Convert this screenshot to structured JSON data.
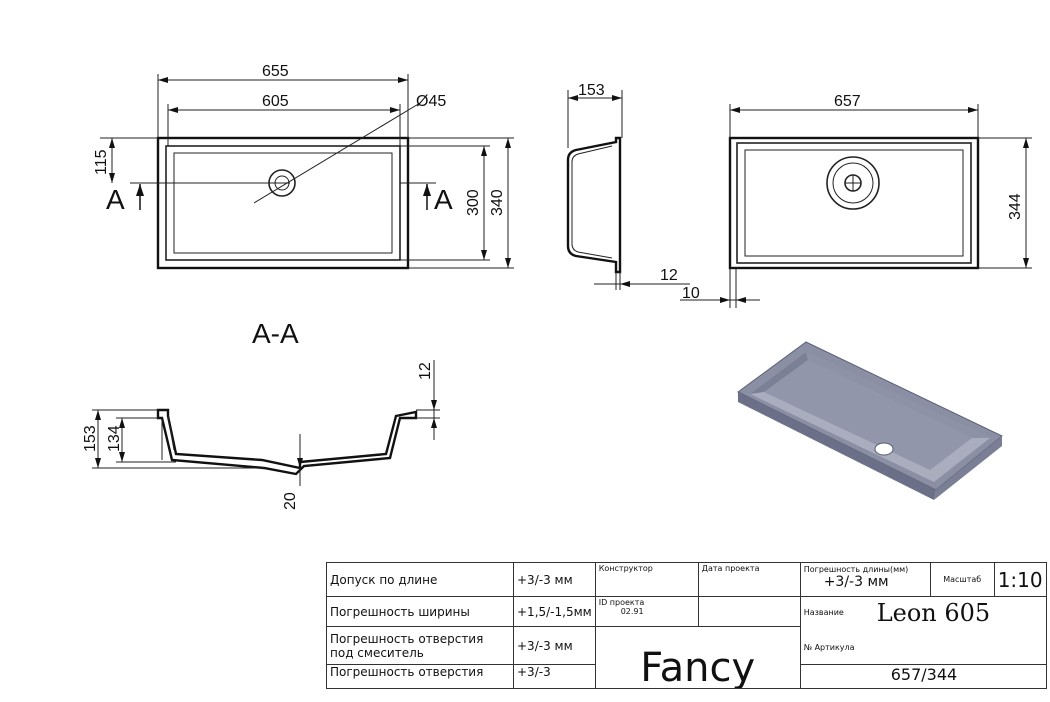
{
  "top_view": {
    "dim_overall_width": "655",
    "dim_inner_width": "605",
    "dim_drain_diameter": "Ø45",
    "dim_depth_offset": "115",
    "dim_inner_height": "300",
    "dim_outer_height": "340",
    "section_mark_left": "A",
    "section_mark_right": "A"
  },
  "side_view": {
    "dim_depth": "153",
    "dim_flange": "12",
    "dim_rim": "10"
  },
  "bottom_view": {
    "dim_width": "657",
    "dim_height": "344"
  },
  "section_view": {
    "title": "A-A",
    "dim_rim": "12",
    "dim_total_height": "153",
    "dim_inner_height": "134",
    "dim_drain": "20"
  },
  "title_block": {
    "row1_label": "Допуск по длине",
    "row1_value": "+3/-3 мм",
    "row2_label": "Погрешность ширины",
    "row2_value": "+1,5/-1,5мм",
    "row3_label_line1": "Погрешность отверстия",
    "row3_label_line2": "под смеситель",
    "row3_value": "+3/-3 мм",
    "row4_label": "Погрешность отверстия",
    "row4_value": "+3/-3",
    "designer_label": "Конструктор",
    "date_label": "Дата проекта",
    "project_id_label": "ID проекта",
    "project_id_value": "02.91",
    "brand": "Fancy",
    "length_tolerance_label": "Погрешность длины(мм)",
    "length_tolerance_value": "+3/-3 мм",
    "scale_label": "Масштаб",
    "scale_value": "1:10",
    "name_label": "Название",
    "name_value": "Leon 605",
    "article_label": "№ Артикула",
    "article_value": "657/344"
  },
  "colors": {
    "line": "#222222",
    "render_body": "#8a8fa3",
    "render_dark": "#6b7088",
    "render_light": "#a9adbe"
  }
}
